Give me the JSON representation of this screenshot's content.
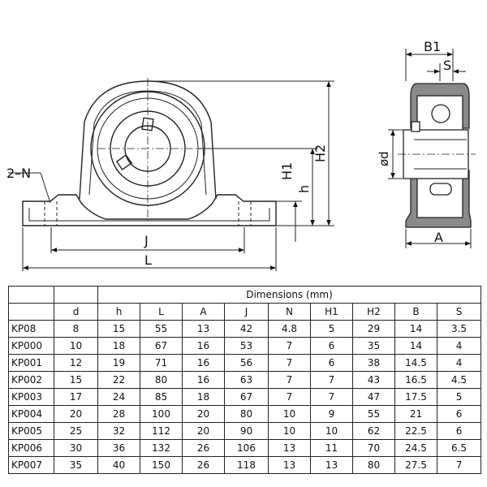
{
  "drawing": {
    "front_labels": {
      "two_n": "2–N",
      "J": "J",
      "L": "L",
      "H1": "H1",
      "h": "h",
      "H2": "H2"
    },
    "side_labels": {
      "B1": "B1",
      "S": "S",
      "d": "ød",
      "A": "A"
    }
  },
  "table": {
    "group_header": "Dimensions (mm)",
    "columns": [
      "d",
      "h",
      "L",
      "A",
      "J",
      "N",
      "H1",
      "H2",
      "B",
      "S"
    ],
    "rows": [
      {
        "model": "KP08",
        "values": [
          "8",
          "15",
          "55",
          "13",
          "42",
          "4.8",
          "5",
          "29",
          "14",
          "3.5"
        ]
      },
      {
        "model": "KP000",
        "values": [
          "10",
          "18",
          "67",
          "16",
          "53",
          "7",
          "6",
          "35",
          "14",
          "4"
        ]
      },
      {
        "model": "KP001",
        "values": [
          "12",
          "19",
          "71",
          "16",
          "56",
          "7",
          "6",
          "38",
          "14.5",
          "4"
        ]
      },
      {
        "model": "KP002",
        "values": [
          "15",
          "22",
          "80",
          "16",
          "63",
          "7",
          "7",
          "43",
          "16.5",
          "4.5"
        ]
      },
      {
        "model": "KP003",
        "values": [
          "17",
          "24",
          "85",
          "18",
          "67",
          "7",
          "7",
          "47",
          "17.5",
          "5"
        ]
      },
      {
        "model": "KP004",
        "values": [
          "20",
          "28",
          "100",
          "20",
          "80",
          "10",
          "9",
          "55",
          "21",
          "6"
        ]
      },
      {
        "model": "KP005",
        "values": [
          "25",
          "32",
          "112",
          "20",
          "90",
          "10",
          "10",
          "62",
          "22.5",
          "6"
        ]
      },
      {
        "model": "KP006",
        "values": [
          "30",
          "36",
          "132",
          "26",
          "106",
          "13",
          "11",
          "70",
          "24.5",
          "6.5"
        ]
      },
      {
        "model": "KP007",
        "values": [
          "35",
          "40",
          "150",
          "26",
          "118",
          "13",
          "13",
          "80",
          "27.5",
          "7"
        ]
      }
    ]
  }
}
